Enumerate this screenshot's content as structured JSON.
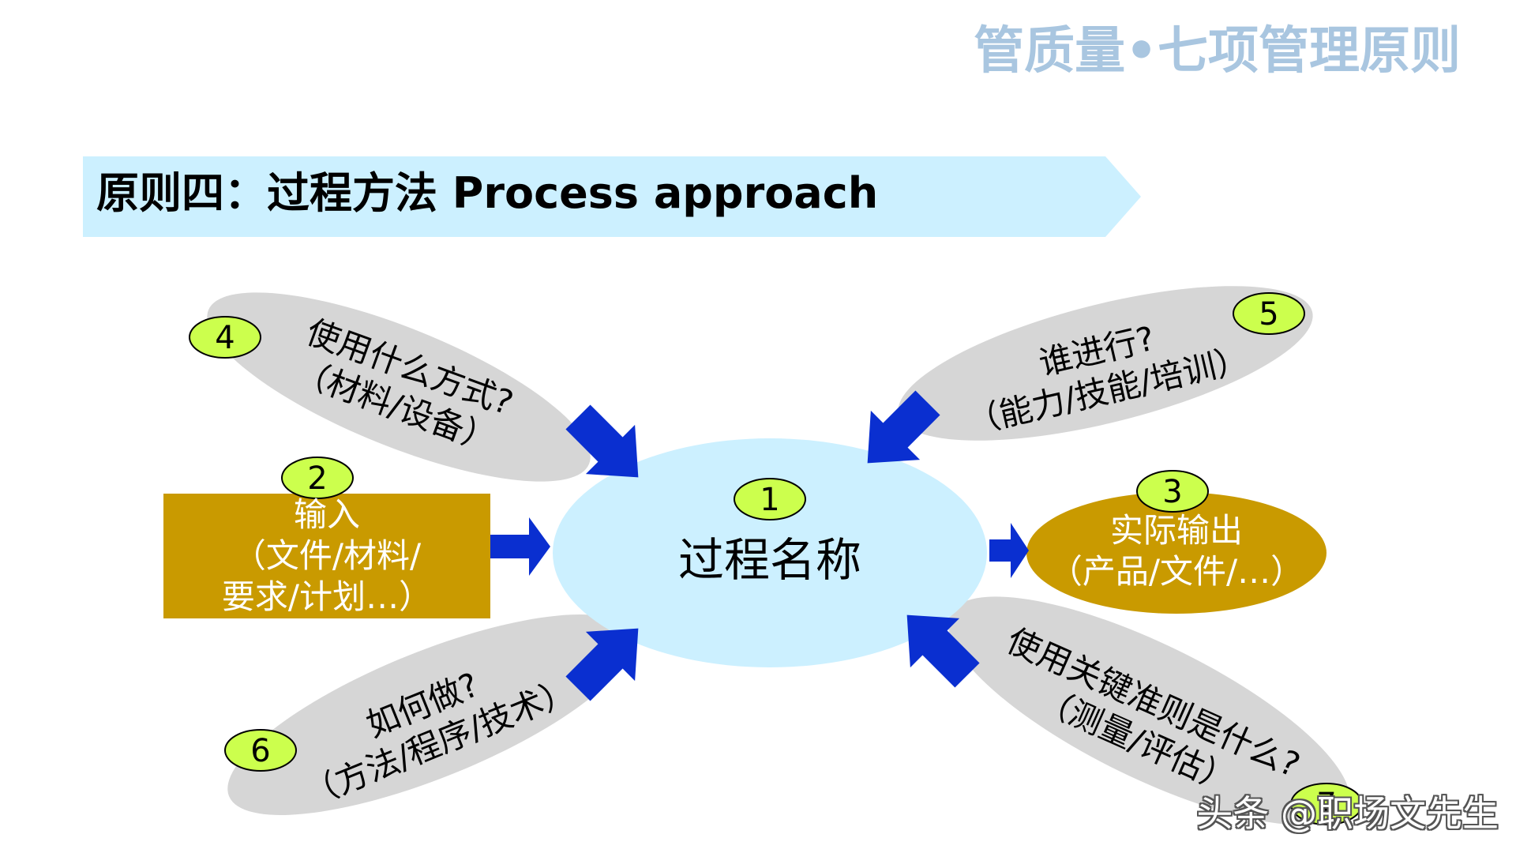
{
  "deck_title": "管质量•七项管理原则",
  "banner": {
    "text": "原则四：过程方法 Process approach"
  },
  "center": {
    "number": "1",
    "label": "过程名称"
  },
  "input": {
    "number": "2",
    "text": "输入\n（文件/材料/\n要求/计划…）"
  },
  "output": {
    "number": "3",
    "text": "实际输出\n（产品/文件/…）"
  },
  "how_resources": {
    "number": "4",
    "text": "使用什么方式?\n（材料/设备）"
  },
  "who": {
    "number": "5",
    "text": "谁进行?\n（能力/技能/培训）"
  },
  "how_method": {
    "number": "6",
    "text": "如何做?\n（方法/程序/技术）"
  },
  "criteria": {
    "number": "7",
    "text": "使用关键准则是什么?\n（测量/评估）"
  },
  "watermark": "头条 @职场文先生",
  "colors": {
    "title": "#a9c6e0",
    "banner": "#ccf0ff",
    "center_fill": "#ccf0ff",
    "gold": "#c99a00",
    "blob": "#d6d6d6",
    "badge": "#ccff4d",
    "arrow": "#0a2fd0"
  }
}
